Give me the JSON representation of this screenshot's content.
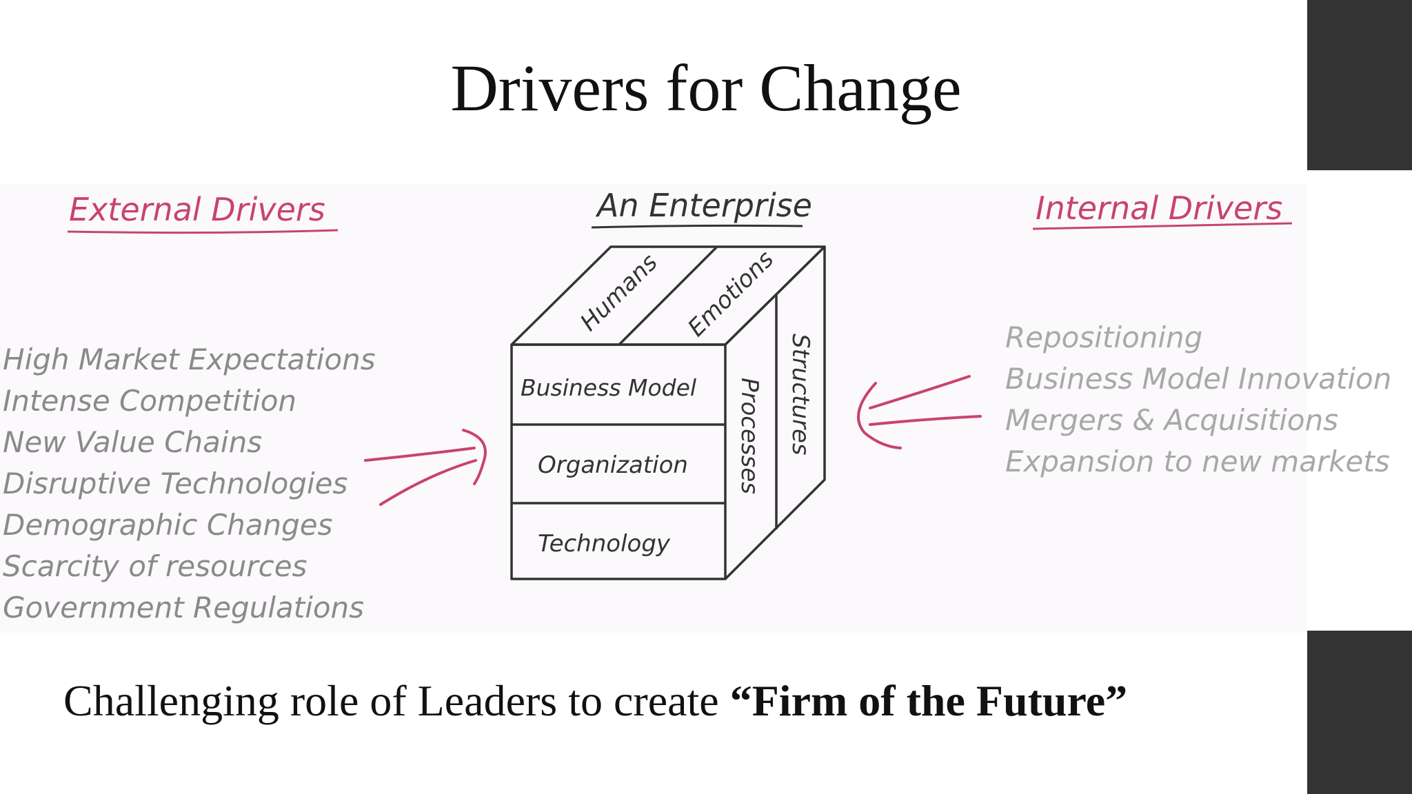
{
  "slide": {
    "title": "Drivers for Change",
    "caption_prefix": "Challenging role of Leaders to create ",
    "caption_emphasis": "“Firm of the Future”"
  },
  "diagram": {
    "external_heading": "External Drivers",
    "enterprise_heading": "An Enterprise",
    "internal_heading": "Internal Drivers",
    "external_drivers": [
      "High Market Expectations",
      "Intense Competition",
      "New Value Chains",
      "Disruptive Technologies",
      "Demographic Changes",
      "Scarcity of resources",
      "Government Regulations"
    ],
    "internal_drivers": [
      "Repositioning",
      "Business Model Innovation",
      "Mergers & Acquisitions",
      "Expansion to new markets"
    ],
    "cube_top": [
      "Humans",
      "Emotions"
    ],
    "cube_front": [
      "Business Model",
      "Organization",
      "Technology"
    ],
    "cube_side": [
      "Processes",
      "Structures"
    ],
    "colors": {
      "accent": "#c8436e",
      "ink": "#333333",
      "light_ink": "#8a8a8a",
      "faint_ink": "#a8a8a8"
    }
  }
}
